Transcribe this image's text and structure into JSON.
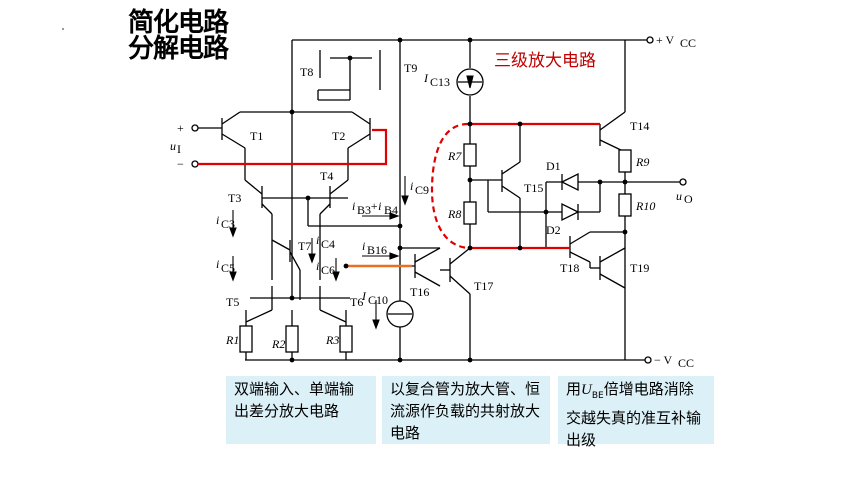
{
  "title_line1": "简化电路",
  "title_line2": "分解电路",
  "stage_label": "三级放大电路",
  "supply_pos": "+ V",
  "supply_pos_sub": "CC",
  "supply_neg": "− V",
  "supply_neg_sub": "CC",
  "input_plus": "+",
  "input_minus": "−",
  "input_label": "u",
  "input_sub": "I",
  "output_label": "u",
  "output_sub": "O",
  "transistors": [
    "T1",
    "T2",
    "T3",
    "T4",
    "T5",
    "T6",
    "T7",
    "T8",
    "T9",
    "T14",
    "T15",
    "T16",
    "T17",
    "T18",
    "T19"
  ],
  "resistors": [
    "R1",
    "R2",
    "R3",
    "R7",
    "R8",
    "R9",
    "R10"
  ],
  "diodes": [
    "D1",
    "D2"
  ],
  "currents": {
    "ic13": "I",
    "ic13_sub": "C13",
    "ic10": "I",
    "ic10_sub": "C10",
    "ic9": "i",
    "ic9_sub": "C9",
    "ic3": "i",
    "ic3_sub": "C3",
    "ic5": "i",
    "ic5_sub": "C5",
    "ic4": "i",
    "ic4_sub": "C4",
    "ic6": "i",
    "ic6_sub": "C6",
    "ib16": "i",
    "ib16_sub": "B16",
    "ib3b4": "i",
    "ib3b4_sub1": "B3",
    "ib3b4_plus": "+i",
    "ib3b4_sub2": "B4"
  },
  "boxes": {
    "b1": "双端输入、单端输出差分放大电路",
    "b2": "以复合管为放大管、恒流源作负载的共射放大电路",
    "b3_pre": "用",
    "b3_u": "U",
    "b3_sub": "BE",
    "b3_post": "倍增电路消除交越失真的准互补输出级"
  },
  "colors": {
    "highlight_red": "#e00000",
    "highlight_orange": "#e87020",
    "box_bg": "#dcf1f7",
    "label_red": "#c00000"
  }
}
